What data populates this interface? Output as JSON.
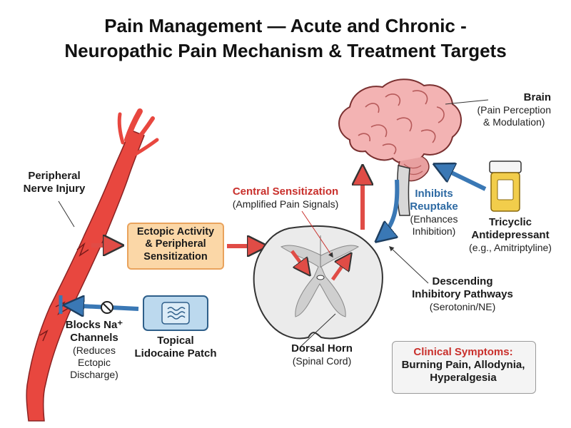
{
  "title": {
    "line1": "Pain Management — Acute and Chronic -",
    "line2": "Neuropathic Pain Mechanism & Treatment Targets"
  },
  "labels": {
    "peripheral_nerve_injury": [
      "Peripheral",
      "Nerve Injury"
    ],
    "ectopic_activity": [
      "Ectopic Activity",
      "& Peripheral",
      "Sensitization"
    ],
    "central_sensitization": {
      "heading": "Central Sensitization",
      "sub": "(Amplified Pain Signals)"
    },
    "brain": {
      "heading": "Brain",
      "sub": [
        "(Pain Perception",
        "& Modulation)"
      ]
    },
    "inhibits_reuptake": {
      "heading": [
        "Inhibits",
        "Reuptake"
      ],
      "sub": [
        "(Enhances",
        "Inhibition)"
      ]
    },
    "tricyclic": {
      "heading": [
        "Tricyclic",
        "Antidepressant"
      ],
      "sub": "(e.g., Amitriptyline)"
    },
    "descending": {
      "heading": [
        "Descending",
        "Inhibitory Pathways"
      ],
      "sub": "(Serotonin/NE)"
    },
    "dorsal_horn": {
      "heading": "Dorsal Horn",
      "sub": "(Spinal Cord)"
    },
    "blocks_na": {
      "heading": [
        "Blocks Na⁺",
        "Channels"
      ],
      "sub": [
        "(Reduces",
        "Ectopic",
        "Discharge)"
      ]
    },
    "lidocaine": [
      "Topical",
      "Lidocaine Patch"
    ],
    "clinical": {
      "heading": "Clinical Symptoms:",
      "lines": [
        "Burning Pain, Allodynia,",
        "Hyperalgesia"
      ]
    }
  },
  "colors": {
    "nerve": "#e8473f",
    "arrow_red": "#e04c46",
    "arrow_blue": "#3a78b5",
    "brain": "#f3b3b3",
    "cord": "#e9e9e9",
    "ectopic_fill": "#fbd7a7",
    "pill_bottle": "#f2cd4b",
    "patch": "#bcd9ee"
  }
}
